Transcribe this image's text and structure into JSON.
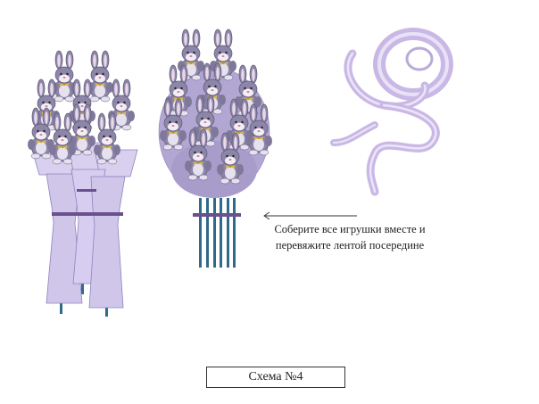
{
  "instruction": {
    "line1": "Соберите все игрушки вместе и",
    "line2": "перевяжите лентой посередине"
  },
  "caption": "Схема №4",
  "colors": {
    "wrap": "#cfc6ea",
    "wrap_edge": "#8f84bd",
    "bunny": "#8d86a8",
    "bunny_dark": "#5e5878",
    "stick": "#2f6a8a",
    "ribbon": "#c9b8e6",
    "band": "#6b4f8e"
  }
}
